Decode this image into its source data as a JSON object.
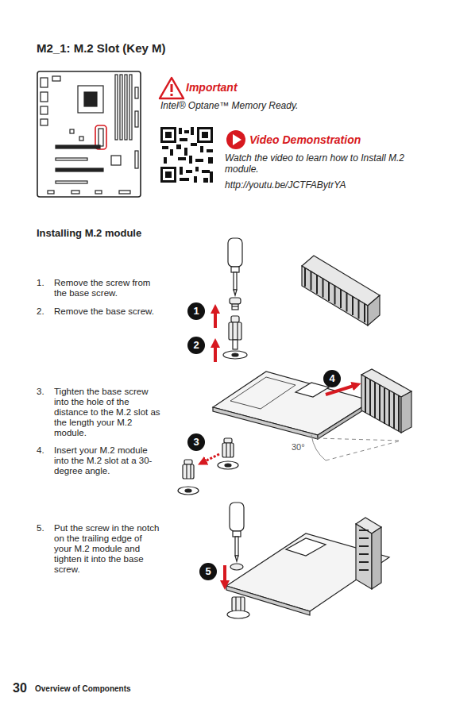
{
  "diagram": {
    "title": "M2_1: M.2 Slot (Key M)",
    "nodes": [
      {
        "text": [
          "1"
        ]
      },
      {
        "text": [
          "2"
        ]
      },
      {
        "text": [
          "4"
        ]
      },
      {
        "text": [
          "3"
        ]
      },
      {
        "text": [
          "5"
        ]
      }
    ],
    "labels": [
      "Important",
      "Intel® Optane™ Memory Ready.",
      "Video Demonstration",
      "Watch the video to learn how to Install M.2 module.",
      "http://youtu.be/JCTFABytrYA",
      "Installing M.2 module",
      "1.",
      "Remove the screw from the base screw.",
      "2.",
      "Remove the base screw.",
      "3.",
      "Tighten the base screw into the hole of the distance to the M.2 slot as the length your M.2 module.",
      "4.",
      "Insert your M.2 module into the M.2 slot at a 30-degree angle.",
      "5.",
      "Put the screw in the notch on the trailing edge of your M.2 module and tighten it into the base screw.",
      "30°",
      "30",
      "Overview of Components"
    ]
  }
}
